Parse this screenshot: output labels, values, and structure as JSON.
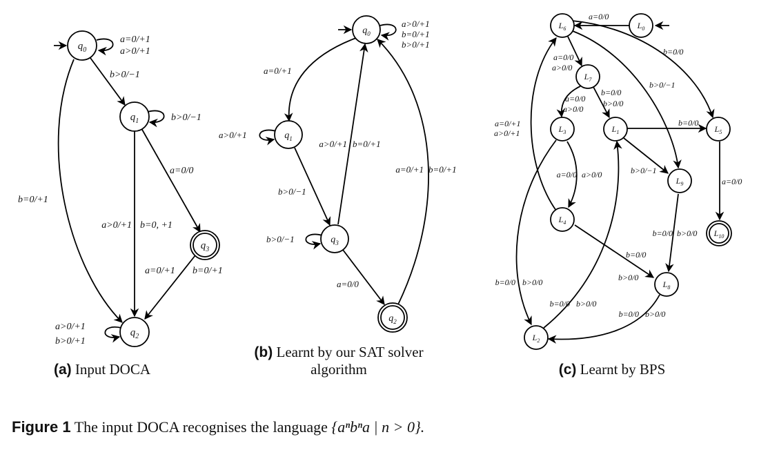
{
  "panels": {
    "a": {
      "caption_tag": "(a)",
      "caption_text": "Input DOCA",
      "states": [
        "q0",
        "q1",
        "q2",
        "q3"
      ],
      "labels": {
        "q0_loop": [
          "a=0/+1",
          "a>0/+1"
        ],
        "q0_q1": "b>0/−1",
        "q1_loop": "b>0/−1",
        "q0_q2": "b=0/+1",
        "q1_q3": "a=0/0",
        "q1_q2_left": "a>0/+1",
        "q1_q2_right": "b=0, +1",
        "q3_q2_left": "a=0/+1",
        "q3_q2_right": "b=0/+1",
        "q2_loop": [
          "a>0/+1",
          "b>0/+1"
        ]
      }
    },
    "b": {
      "caption_tag": "(b)",
      "caption_text_line1": "Learnt by our SAT solver",
      "caption_text_line2": "algorithm",
      "states": [
        "q0",
        "q1",
        "q3",
        "q2"
      ],
      "labels": {
        "q0_loop": [
          "a>0/+1",
          "b=0/+1",
          "b>0/+1"
        ],
        "q0_q1": "a=0/+1",
        "q1_loop": "a>0/+1",
        "q1_q3": "b>0/−1",
        "q3_q0_left": "a>0/+1",
        "q3_q0_right": "b=0/+1",
        "q3_loop": "b>0/−1",
        "q3_q2": "a=0/0",
        "q2_q0_left": "a=0/+1",
        "q2_q0_right": "b=0/+1"
      }
    },
    "c": {
      "caption_tag": "(c)",
      "caption_text": "Learnt by BPS",
      "states": [
        "L0",
        "L1",
        "L2",
        "L3",
        "L4",
        "L5",
        "L6",
        "L7",
        "L8",
        "L9",
        "L10"
      ],
      "labels": {
        "L0_L6": "a=0/0",
        "L6_L7": [
          "a=0/0",
          "a>0/0"
        ],
        "L6_L5": "b=0/0",
        "L6_L9": "b>0/−1",
        "L7_L3": [
          "a=0/0",
          "a>0/0"
        ],
        "L7_L1": [
          "b=0/0",
          "b>0/0"
        ],
        "L4_L6": [
          "a=0/+1",
          "a>0/+1"
        ],
        "L3_L4_left": "a=0/0",
        "L3_L4_right": "a>0/0",
        "L1_L5": "b=0/0",
        "L1_L9": "b>0/−1",
        "L5_L10": "a=0/0",
        "L9_L8_left": "b=0/0",
        "L9_L8_right": "b>0/0",
        "L4_L8": [
          "b=0/0",
          "b>0/0"
        ],
        "L3_L2_left": "b=0/0",
        "L3_L2_right": "b>0/0",
        "L2_L1_left": "b=0/0",
        "L2_L1_right": "b>0/0",
        "L8_L2_left": "b=0/0",
        "L8_L2_right": "b>0/0"
      }
    }
  },
  "figure_caption": {
    "tag": "Figure 1",
    "text_before": "The input DOCA recognises the language",
    "language": "{aⁿbⁿa | n > 0}."
  }
}
